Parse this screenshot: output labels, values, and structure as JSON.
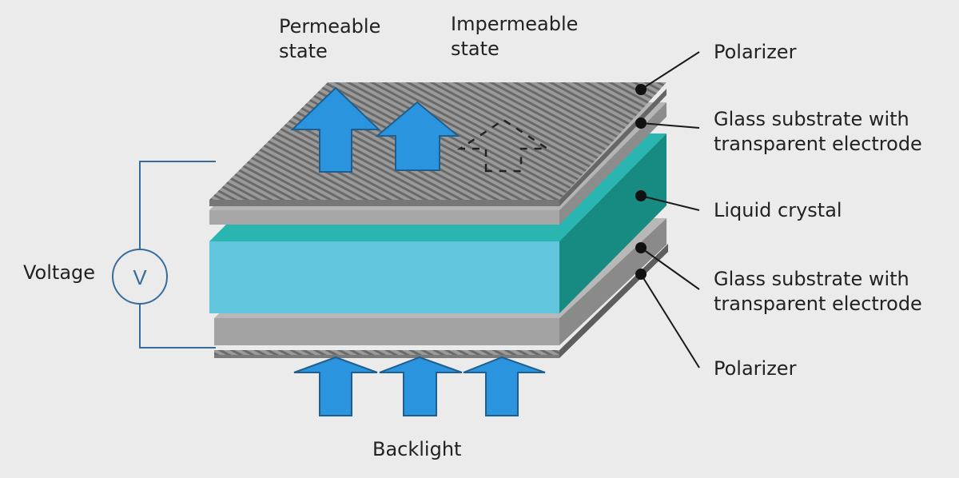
{
  "colors": {
    "background": "#ebebeb",
    "polarizer": "#8d8d8d",
    "glass": "#a7a7a7",
    "liquid_crystal_front": "#62c5de",
    "liquid_crystal_top": "#2ab5b0",
    "liquid_crystal_side": "#178a82",
    "arrow": "#2a95de",
    "wire": "#3a6c9a"
  },
  "labels": {
    "permeable": {
      "line1": "Permeable",
      "line2": "state"
    },
    "impermeable": {
      "line1": "Impermeable",
      "line2": "state"
    },
    "voltage": "Voltage",
    "voltmeter_symbol": "V",
    "backlight": "Backlight",
    "layers": [
      {
        "key": "polarizer_top",
        "line1": "Polarizer"
      },
      {
        "key": "glass_top",
        "line1": "Glass substrate with",
        "line2": "transparent electrode"
      },
      {
        "key": "liquid_crystal",
        "line1": "Liquid crystal"
      },
      {
        "key": "glass_bottom",
        "line1": "Glass substrate with",
        "line2": "transparent electrode"
      },
      {
        "key": "polarizer_bottom",
        "line1": "Polarizer"
      }
    ]
  },
  "icons": [
    "up-arrow-icon",
    "dashed-arrow-icon",
    "voltmeter-icon",
    "leader-dot-icon"
  ]
}
